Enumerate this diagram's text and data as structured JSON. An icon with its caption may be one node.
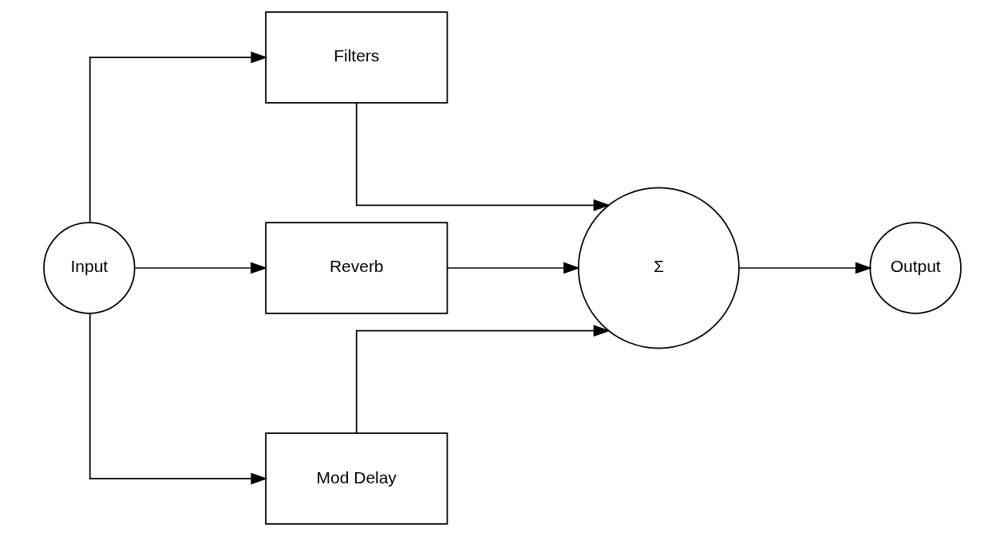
{
  "diagram": {
    "nodes": [
      {
        "text": [
          "Input"
        ]
      },
      {
        "text": [
          "Filters"
        ]
      },
      {
        "text": [
          "Reverb"
        ]
      },
      {
        "text": [
          "Mod Delay"
        ]
      },
      {
        "text": [
          "Σ"
        ]
      },
      {
        "text": [
          "Output"
        ]
      }
    ],
    "edges": [
      {
        "from": 0,
        "to": 1,
        "arrow": "to"
      },
      {
        "from": 0,
        "to": 2,
        "arrow": "to"
      },
      {
        "from": 0,
        "to": 3,
        "arrow": "to"
      },
      {
        "from": 1,
        "to": 4,
        "arrow": "to"
      },
      {
        "from": 2,
        "to": 4,
        "arrow": "to"
      },
      {
        "from": 3,
        "to": 4,
        "arrow": "to"
      },
      {
        "from": 4,
        "to": 5,
        "arrow": "to"
      }
    ]
  }
}
